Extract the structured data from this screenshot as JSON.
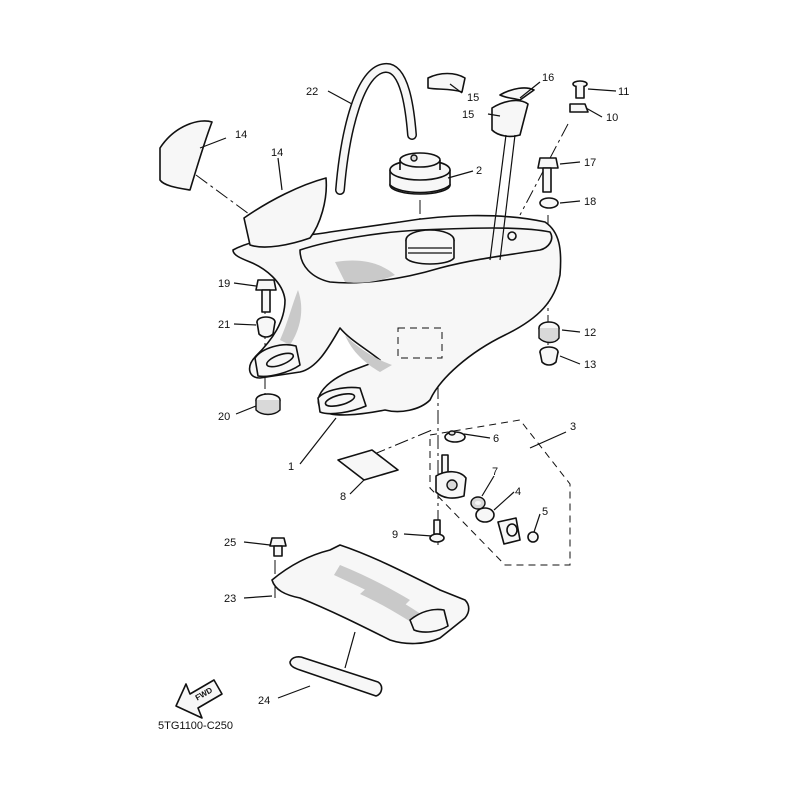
{
  "diagram": {
    "drawing_code": "5TG1100-C250",
    "fwd_label": "FWD",
    "callouts": {
      "c1": "1",
      "c2": "2",
      "c3": "3",
      "c4": "4",
      "c5": "5",
      "c6": "6",
      "c7": "7",
      "c8": "8",
      "c9": "9",
      "c10": "10",
      "c11": "11",
      "c12": "12",
      "c13": "13",
      "c14a": "14",
      "c14b": "14",
      "c15a": "15",
      "c15b": "15",
      "c16": "16",
      "c17": "17",
      "c18": "18",
      "c19": "19",
      "c20": "20",
      "c21": "21",
      "c22": "22",
      "c23": "23",
      "c24": "24",
      "c25": "25"
    }
  }
}
